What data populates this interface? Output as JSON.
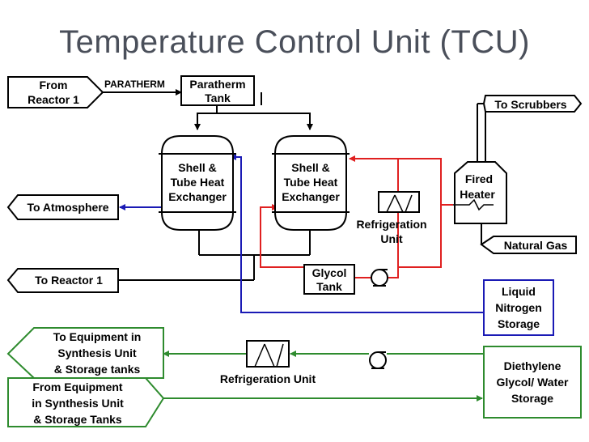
{
  "title": "Temperature Control Unit (TCU)",
  "nodes": {
    "from_reactor": [
      "From",
      "Reactor 1"
    ],
    "paratherm_line": "PARATHERM",
    "paratherm_tank": [
      "Paratherm",
      "Tank"
    ],
    "to_scrubbers": "To Scrubbers",
    "hx1": [
      "Shell &",
      "Tube Heat",
      "Exchanger"
    ],
    "hx2": [
      "Shell &",
      "Tube Heat",
      "Exchanger"
    ],
    "fired_heater": [
      "Fired",
      "Heater"
    ],
    "to_atmosphere": "To Atmosphere",
    "refrig1": [
      "Refrigeration",
      "Unit"
    ],
    "natural_gas": "Natural Gas",
    "to_reactor": "To Reactor 1",
    "glycol_tank": [
      "Glycol",
      "Tank"
    ],
    "ln2": [
      "Liquid",
      "Nitrogen",
      "Storage"
    ],
    "to_equipment": [
      "To Equipment in",
      "Synthesis Unit",
      "& Storage tanks"
    ],
    "refrig2": "Refrigeration Unit",
    "from_equipment": [
      "From Equipment",
      "in Synthesis Unit",
      "& Storage Tanks"
    ],
    "deg_storage": [
      "Diethylene",
      "Glycol/ Water",
      "Storage"
    ]
  },
  "colors": {
    "black": "#000000",
    "red": "#e02020",
    "blue": "#1a1ab5",
    "green": "#2e8b2e",
    "title": "#4a4f5a"
  }
}
